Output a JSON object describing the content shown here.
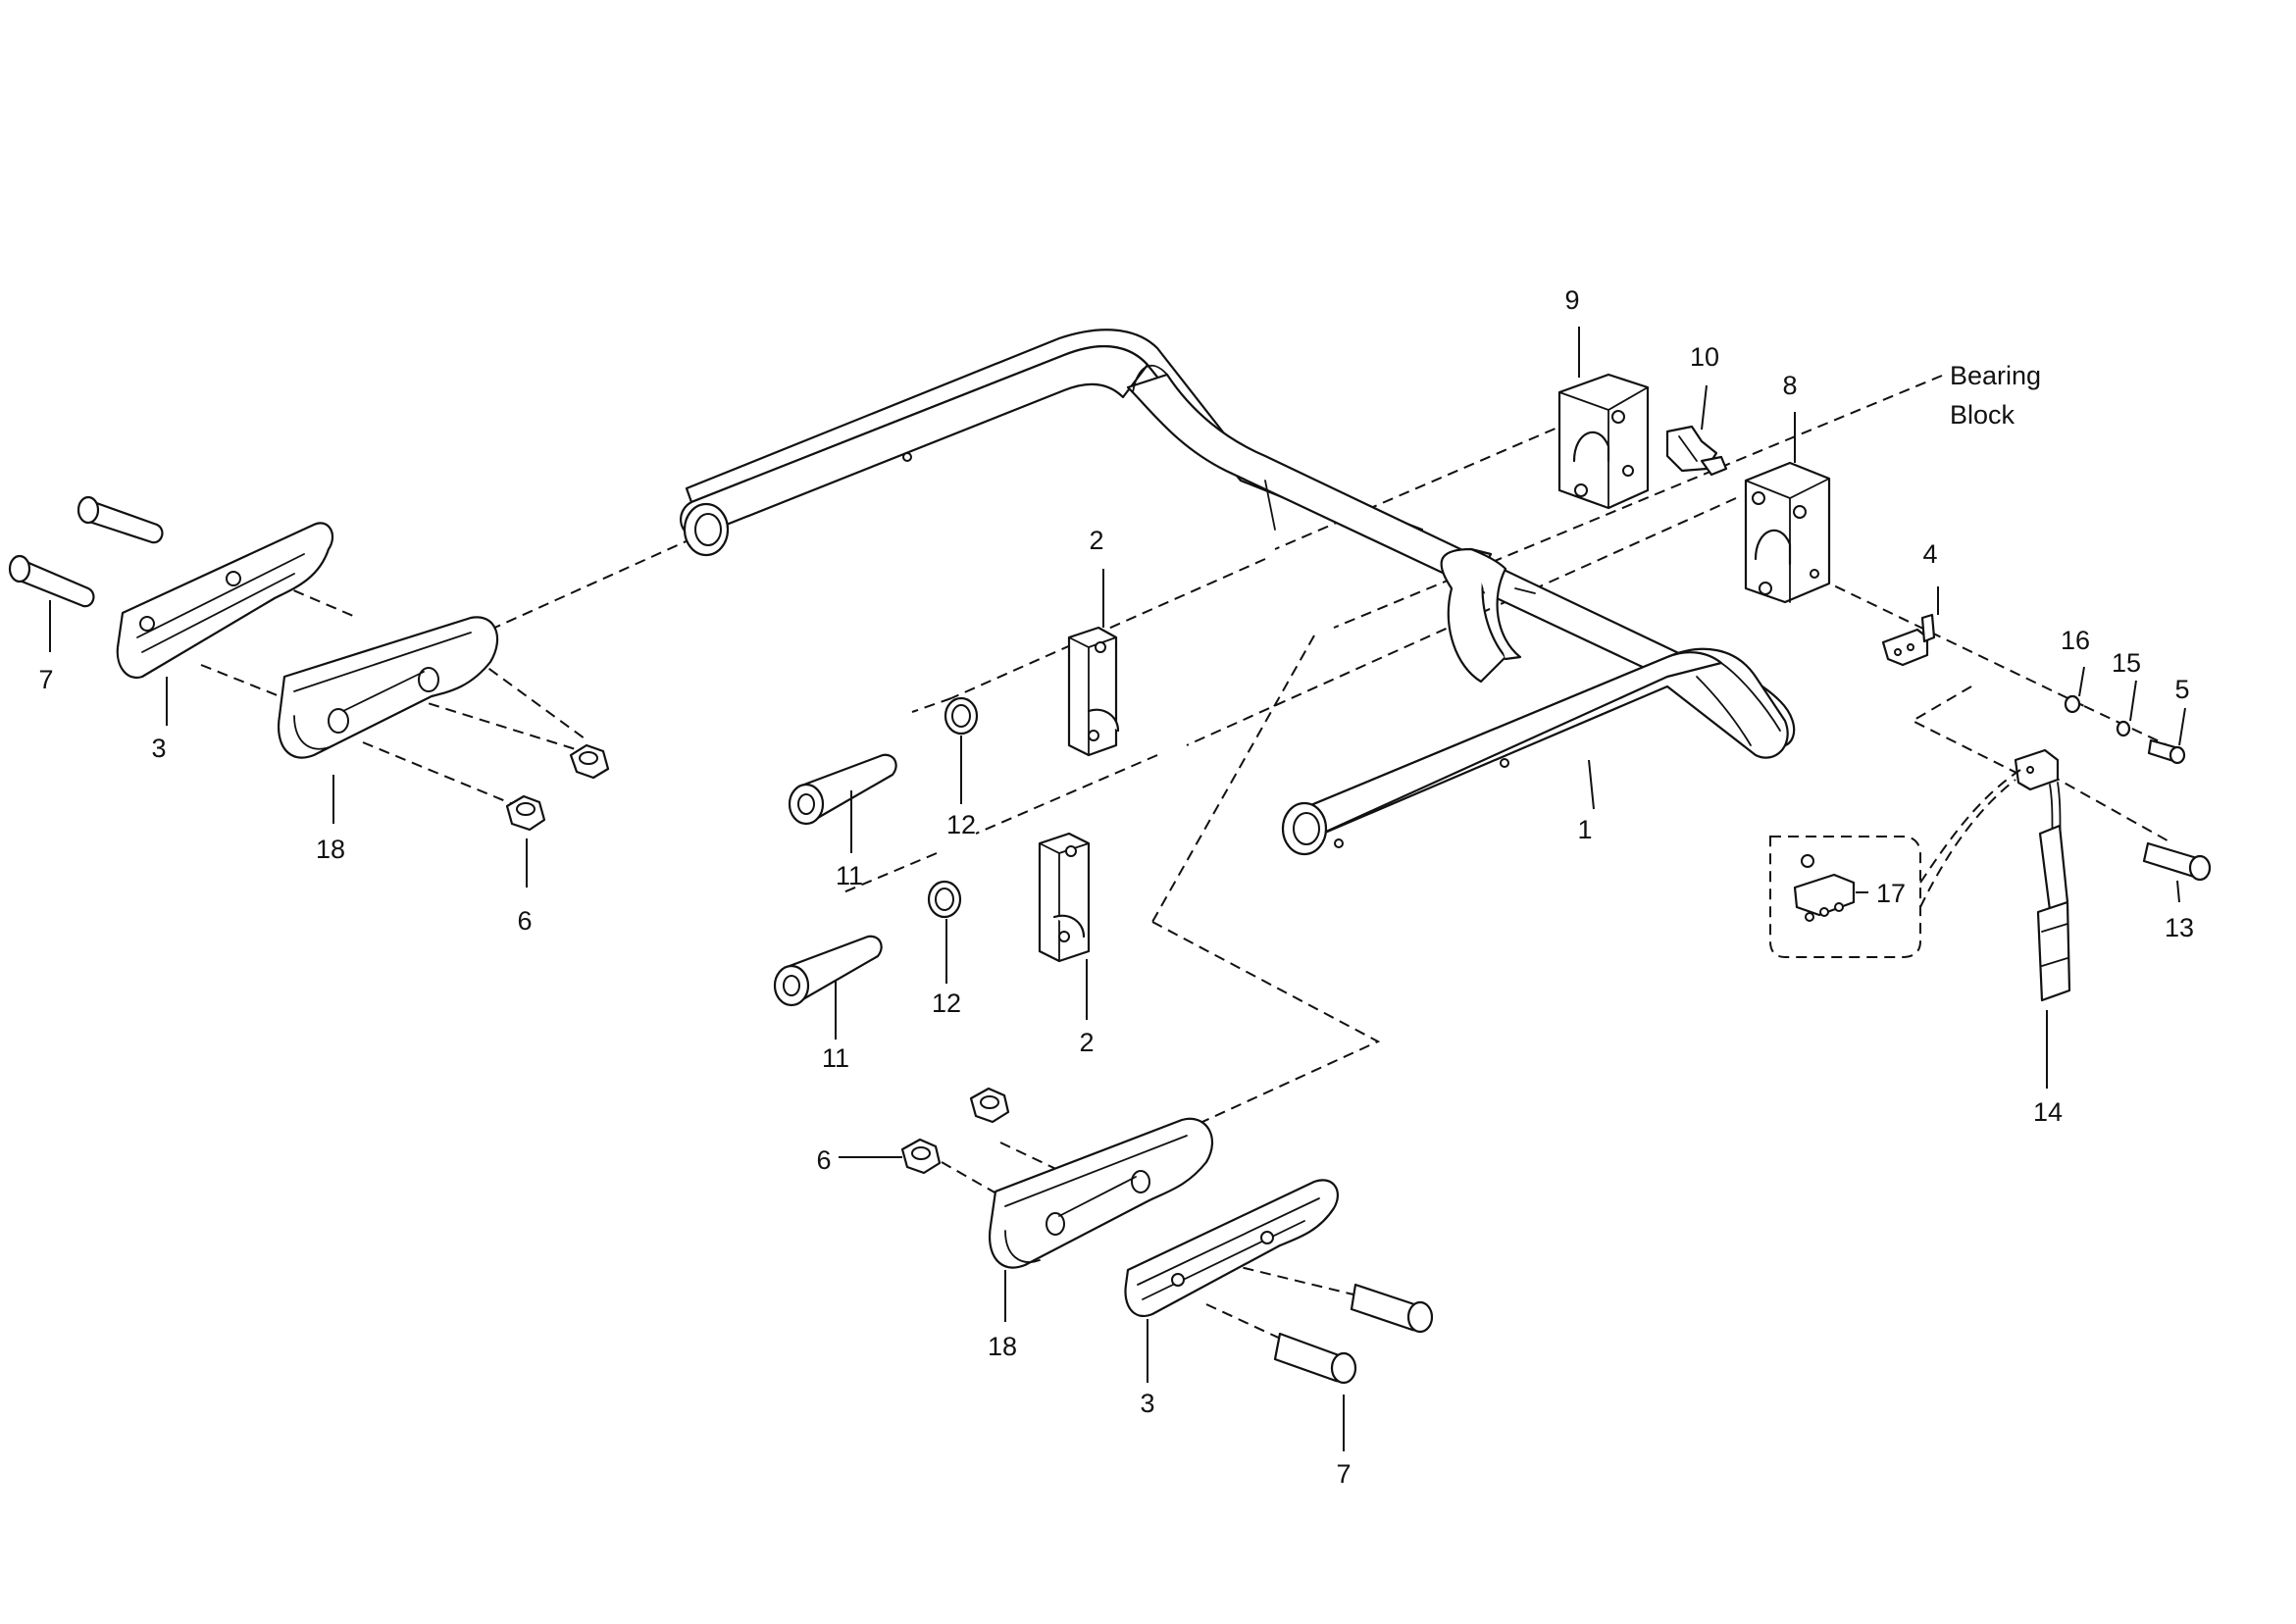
{
  "callouts": {
    "c1": "1",
    "c2_upper": "2",
    "c2_lower": "2",
    "c3_left": "3",
    "c3_bottom": "3",
    "c4": "4",
    "c5": "5",
    "c6_left": "6",
    "c6_bottom": "6",
    "c7_left": "7",
    "c7_bottom": "7",
    "c8": "8",
    "c9": "9",
    "c10": "10",
    "c11_upper": "11",
    "c11_lower": "11",
    "c12_upper": "12",
    "c12_lower": "12",
    "c13": "13",
    "c14": "14",
    "c15": "15",
    "c16": "16",
    "c17": "17",
    "c18_left": "18",
    "c18_bottom": "18"
  },
  "note": {
    "line1": "Bearing",
    "line2": "Block"
  }
}
